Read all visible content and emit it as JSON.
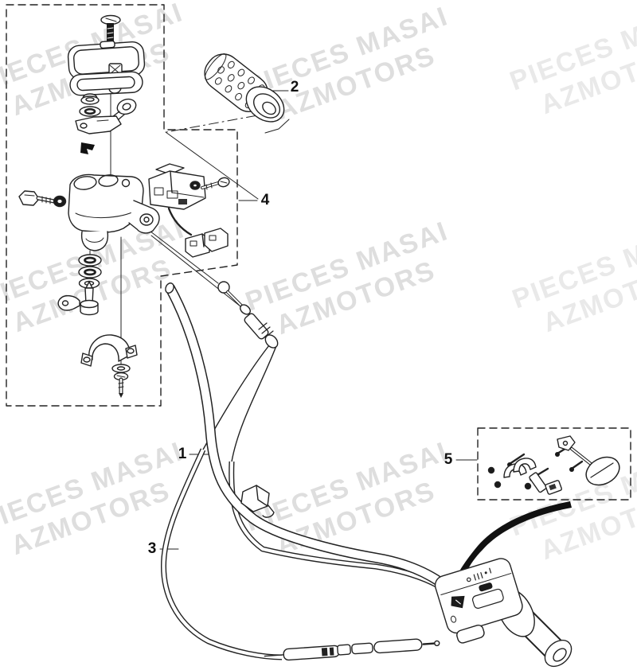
{
  "diagram": {
    "title": "handlebar-exploded-parts-diagram",
    "watermark": {
      "line1": "PIECES MASAI",
      "line2": "AZMOTORS"
    },
    "part_labels": [
      {
        "number": "1",
        "part": "handlebar"
      },
      {
        "number": "2",
        "part": "grip"
      },
      {
        "number": "3",
        "part": "throttle-cable"
      },
      {
        "number": "4",
        "part": "switch-assembly"
      },
      {
        "number": "5",
        "part": "throttle-housing-parts"
      }
    ],
    "colors": {
      "line": "#222222",
      "watermark": "#dedede",
      "background": "#ffffff",
      "solid_fill": "#1a1a1a"
    }
  }
}
